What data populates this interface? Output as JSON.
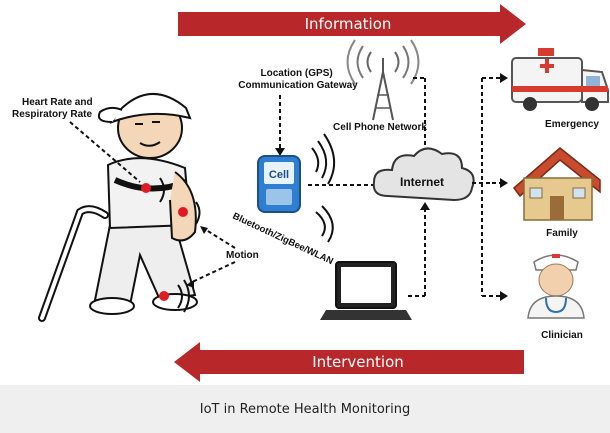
{
  "labels": {
    "information": "Information",
    "intervention": "Intervention",
    "heart_rate": [
      "Heart Rate and",
      "Respiratory Rate"
    ],
    "location": [
      "Location (GPS)",
      "Communication Gateway"
    ],
    "cell_network": "Cell Phone Network",
    "cell": "Cell",
    "internet": "Internet",
    "wireless": "Bluetooth/ZigBee/WLAN",
    "motion": "Motion",
    "emergency": "Emergency",
    "family": "Family",
    "clinician": "Clinician"
  },
  "caption": "IoT in Remote Health Monitoring",
  "colors": {
    "arrow_red": "#b8282b",
    "sensor_red": "#e01b24",
    "cloud": "#e4e4e4",
    "phone_blue": "#2f7fd0",
    "house_wall": "#e6c98f",
    "roof": "#c84b2e"
  }
}
